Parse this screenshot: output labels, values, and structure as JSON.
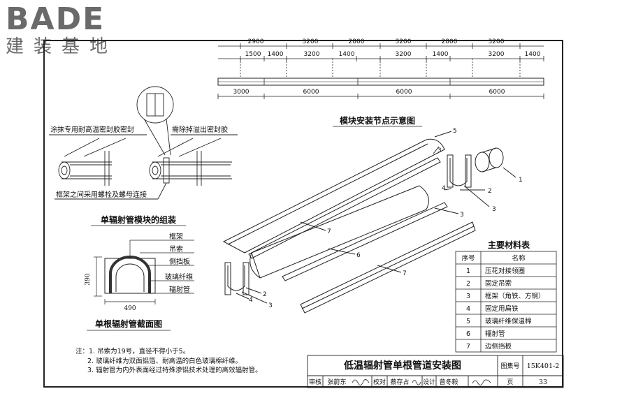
{
  "logo": {
    "brand": "BADE",
    "subtitle": "建装基地"
  },
  "dims": {
    "top": [
      "2900",
      "3200",
      "2800",
      "3200",
      "2800",
      "3200"
    ],
    "middle": [
      "1500",
      "1400",
      "3200",
      "1400",
      "3200",
      "1400",
      "3200",
      "1400"
    ],
    "bottom": [
      "3000",
      "6000",
      "6000",
      "6000"
    ]
  },
  "titles": {
    "node_diagram": "模块安装节点示意图",
    "assembly": "单辐射管模块的组装",
    "section": "单根辐射管截面图"
  },
  "assembly_notes": {
    "seal": "涂抹专用耐高温密封胶密封",
    "remove_glue": "需除掉溢出密封胶",
    "bolts": "框架之间采用螺栓及螺母连接"
  },
  "section_labels": [
    "框架",
    "吊索",
    "侧挡板",
    "玻璃纤维",
    "辐射管"
  ],
  "section_dims": {
    "height": "390",
    "width": "490"
  },
  "callouts": [
    "1",
    "2",
    "3",
    "4",
    "5",
    "6",
    "7"
  ],
  "materials": {
    "title": "主要材料表",
    "headers": [
      "序号",
      "名称"
    ],
    "rows": [
      [
        "1",
        "压花对接领圈"
      ],
      [
        "2",
        "固定吊索"
      ],
      [
        "3",
        "框架（角铁、方钢）"
      ],
      [
        "4",
        "固定用扁铁"
      ],
      [
        "5",
        "玻璃纤维保温棉"
      ],
      [
        "6",
        "辐射管"
      ],
      [
        "7",
        "边侧挡板"
      ]
    ]
  },
  "notes": [
    "注：1. 吊索为19号，直径不得小于5。",
    "2. 玻璃纤维为双面铝箔、耐高温的白色玻璃棉纤维。",
    "3. 辐射管为内外表面经过特殊渗铝技术处理的高效辐射管。"
  ],
  "titleblock": {
    "title": "低温辐射管单根管道安装图",
    "atlas_label": "图集号",
    "atlas_no": "15K401-2",
    "review_label": "审核",
    "review_name": "张蔚东",
    "check_label": "校对",
    "check_name": "蔡存占",
    "design_label": "设计",
    "design_name": "曾冬毅",
    "page_label": "页",
    "page_no": "33"
  }
}
